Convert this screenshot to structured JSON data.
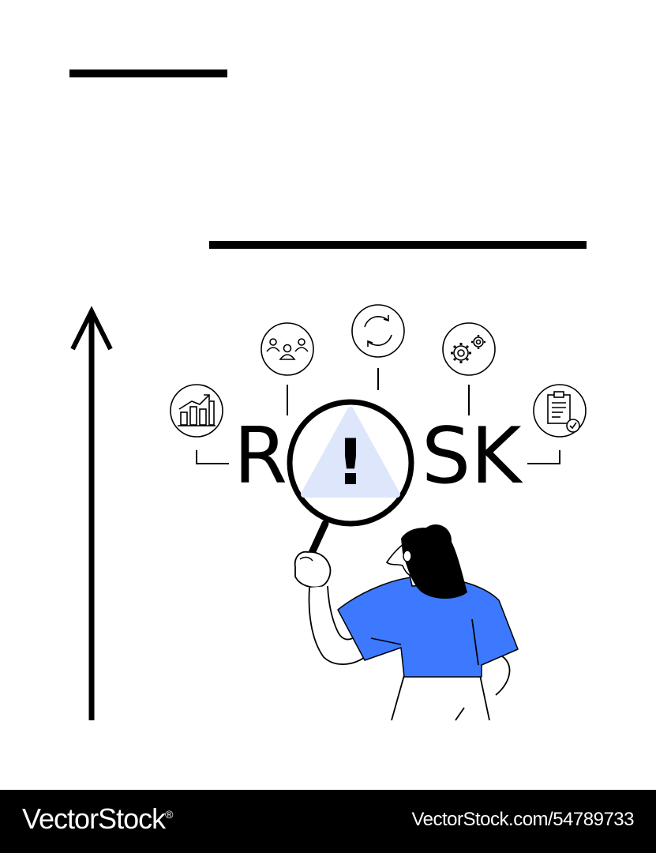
{
  "illustration": {
    "word_left": "R",
    "word_right": "SK",
    "alert_symbol": "!",
    "icons": [
      "growth-chart-icon",
      "team-people-icon",
      "refresh-cycle-icon",
      "gears-icon",
      "checklist-clipboard-icon"
    ],
    "colors": {
      "accent_blue": "#3d79ff",
      "warning_tint": "#dde6fb",
      "ink": "#000000",
      "background": "#ffffff"
    }
  },
  "footer": {
    "brand": "VectorStock",
    "registered_mark": "®",
    "image_id": "VectorStock.com/54789733"
  }
}
